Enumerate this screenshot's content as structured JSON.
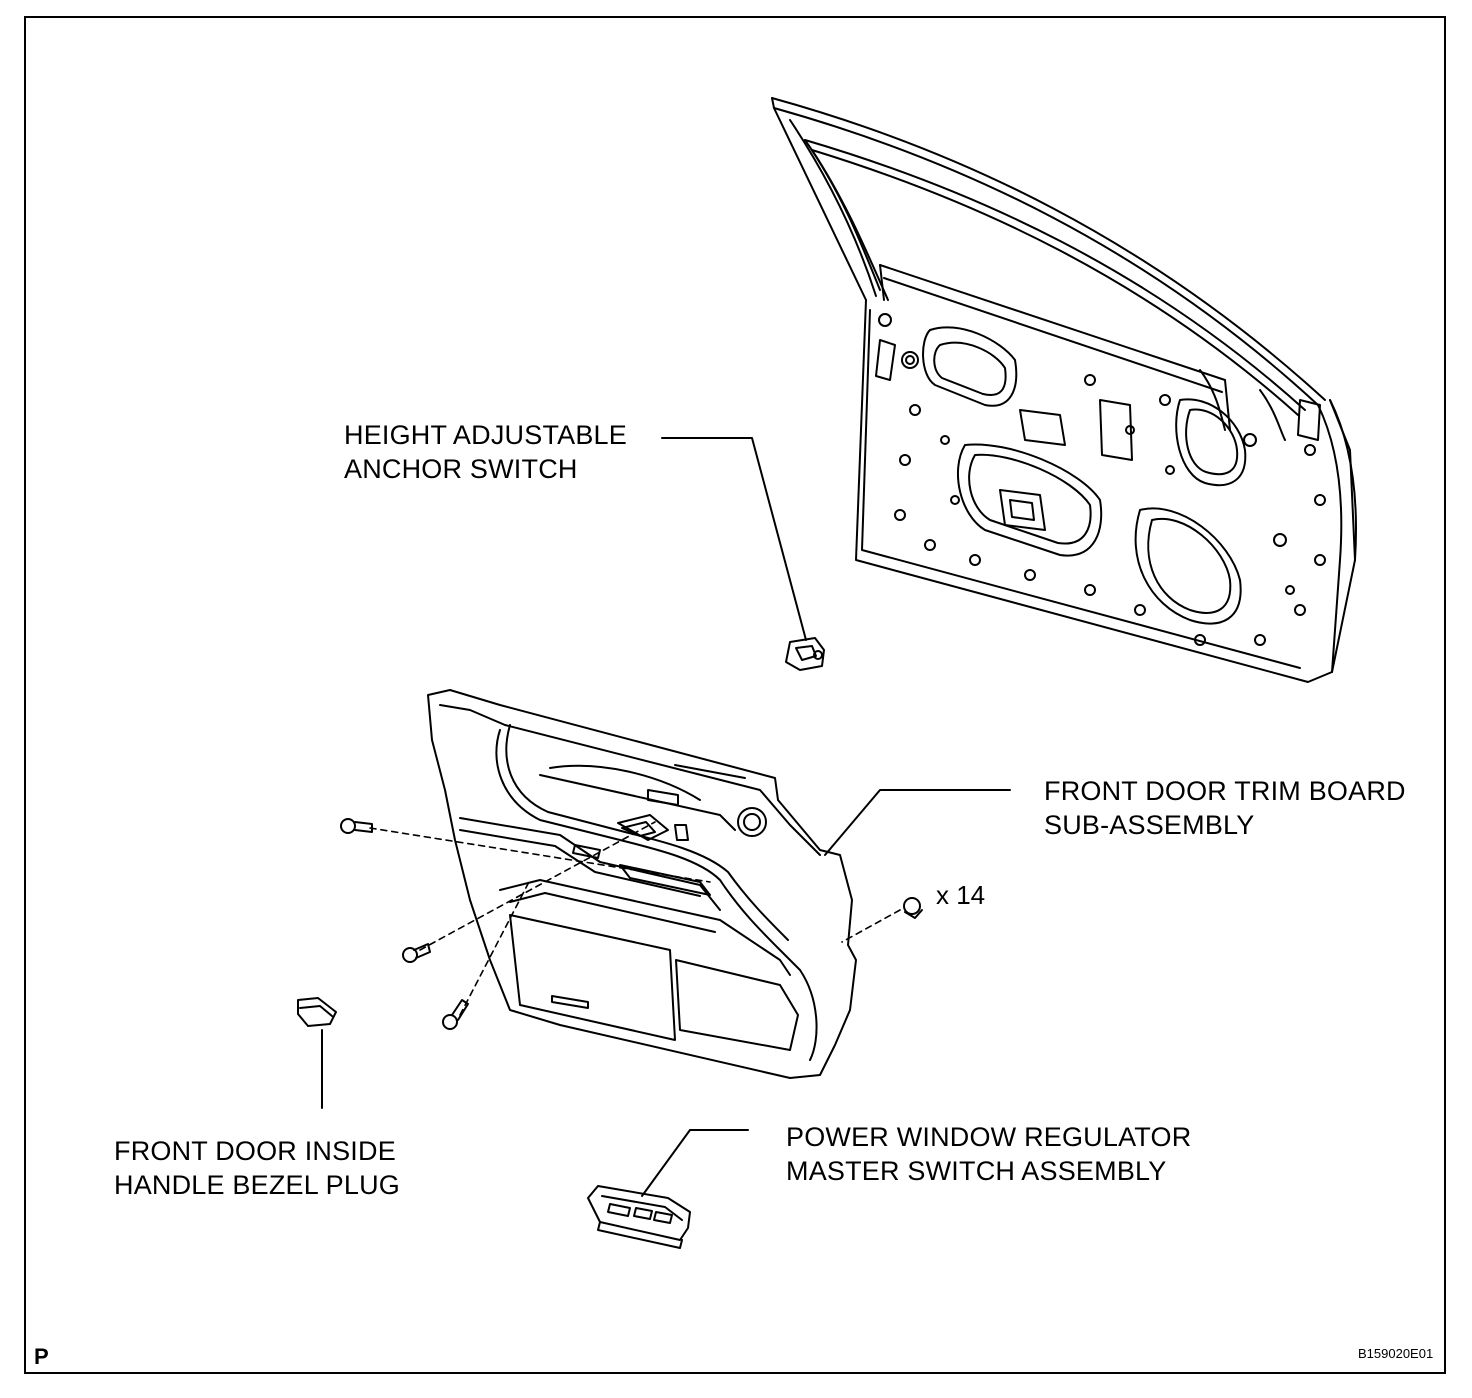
{
  "labels": {
    "anchor_switch": {
      "line1": "HEIGHT ADJUSTABLE",
      "line2": "ANCHOR SWITCH"
    },
    "trim_board": {
      "line1": "FRONT DOOR TRIM BOARD",
      "line2": "SUB-ASSEMBLY"
    },
    "bezel_plug": {
      "line1": "FRONT DOOR INSIDE",
      "line2": "HANDLE BEZEL PLUG"
    },
    "power_window": {
      "line1": "POWER WINDOW REGULATOR",
      "line2": "MASTER SWITCH ASSEMBLY"
    }
  },
  "clip_quantity": "x 14",
  "corner_mark": "P",
  "figure_id": "B159020E01"
}
